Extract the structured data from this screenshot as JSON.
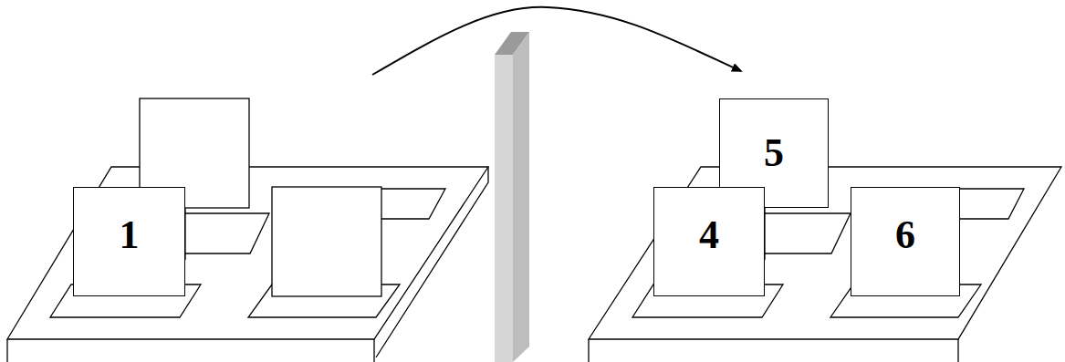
{
  "diagram": {
    "nodes": [
      {
        "text": [
          "1"
        ]
      },
      {
        "text": [
          "5"
        ]
      },
      {
        "text": [
          "4"
        ]
      },
      {
        "text": [
          "6"
        ]
      }
    ]
  }
}
